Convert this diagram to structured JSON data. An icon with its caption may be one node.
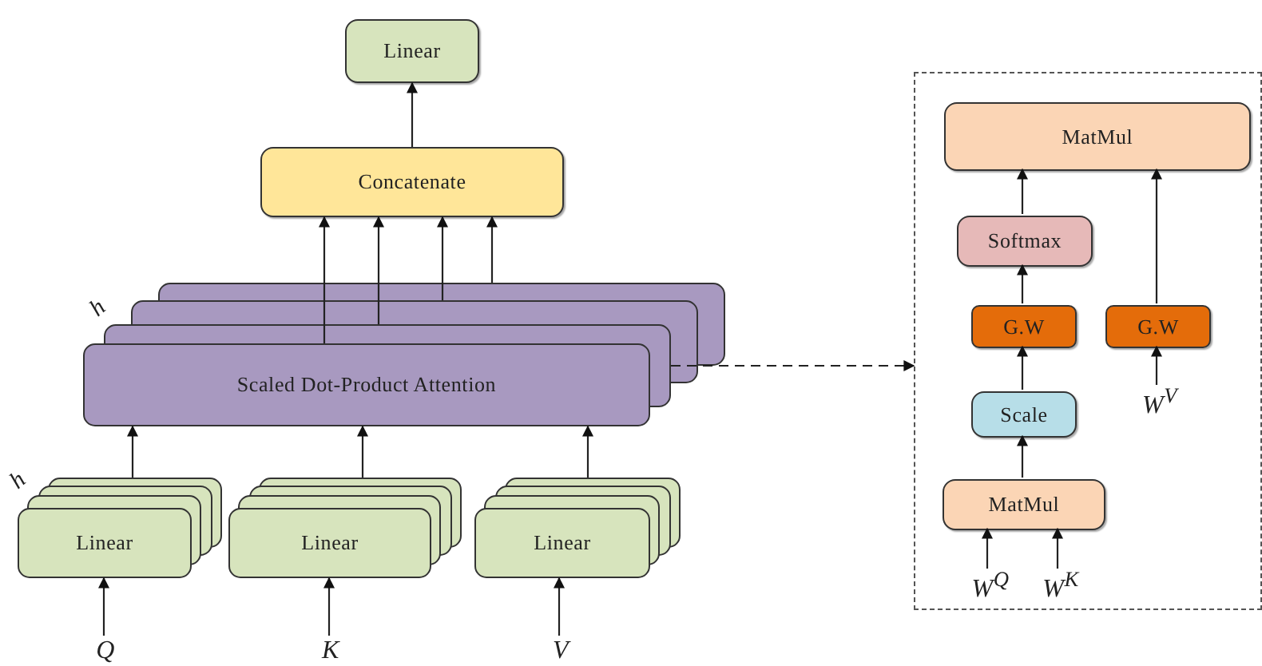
{
  "diagram": {
    "nodes": [
      {
        "text": [
          "Linear"
        ]
      },
      {
        "text": [
          "Concatenate"
        ]
      },
      {
        "text": [
          "Scaled Dot-Product Attention"
        ]
      },
      {
        "text": [
          "Linear"
        ]
      },
      {
        "text": [
          "Linear"
        ]
      },
      {
        "text": [
          "Linear"
        ]
      },
      {
        "text": [
          "Q"
        ]
      },
      {
        "text": [
          "K"
        ]
      },
      {
        "text": [
          "V"
        ]
      },
      {
        "text": [],
        "shape": "box"
      },
      {
        "text": [
          "MatMul"
        ],
        "in": 9
      },
      {
        "text": [
          "Softmax"
        ],
        "in": 9
      },
      {
        "text": [
          "G.W"
        ],
        "in": 9
      },
      {
        "text": [
          "G.W"
        ],
        "in": 9
      },
      {
        "text": [
          "Scale"
        ],
        "in": 9
      },
      {
        "text": [
          "MatMul"
        ],
        "in": 9
      },
      {
        "text": [
          "W$^{Q}$"
        ],
        "in": 9
      },
      {
        "text": [
          "W$^{K}$"
        ],
        "in": 9
      },
      {
        "text": [
          "W$^{V}$"
        ],
        "in": 9
      }
    ],
    "edges": [
      {
        "from": 1,
        "to": 0,
        "arrow": "to"
      },
      {
        "from": 2,
        "to": 1,
        "arrow": "to"
      },
      {
        "from": 2,
        "to": 1,
        "arrow": "to"
      },
      {
        "from": 2,
        "to": 1,
        "arrow": "to"
      },
      {
        "from": 2,
        "to": 1,
        "arrow": "to"
      },
      {
        "from": 3,
        "to": 2,
        "arrow": "to"
      },
      {
        "from": 4,
        "to": 2,
        "arrow": "to"
      },
      {
        "from": 5,
        "to": 2,
        "arrow": "to"
      },
      {
        "from": 6,
        "to": 3,
        "arrow": "to"
      },
      {
        "from": 7,
        "to": 4,
        "arrow": "to"
      },
      {
        "from": 8,
        "to": 5,
        "arrow": "to"
      },
      {
        "from": 2,
        "to": 9,
        "arrow": "to",
        "style": "dashed"
      },
      {
        "from": 11,
        "to": 10,
        "arrow": "to"
      },
      {
        "from": 12,
        "to": 11,
        "arrow": "to"
      },
      {
        "from": 14,
        "to": 12,
        "arrow": "to"
      },
      {
        "from": 15,
        "to": 14,
        "arrow": "to"
      },
      {
        "from": 16,
        "to": 15,
        "arrow": "to"
      },
      {
        "from": 17,
        "to": 15,
        "arrow": "to"
      },
      {
        "from": 18,
        "to": 13,
        "arrow": "to"
      },
      {
        "from": 13,
        "to": 10,
        "arrow": "to"
      }
    ],
    "labels": [
      "h",
      "h"
    ]
  }
}
